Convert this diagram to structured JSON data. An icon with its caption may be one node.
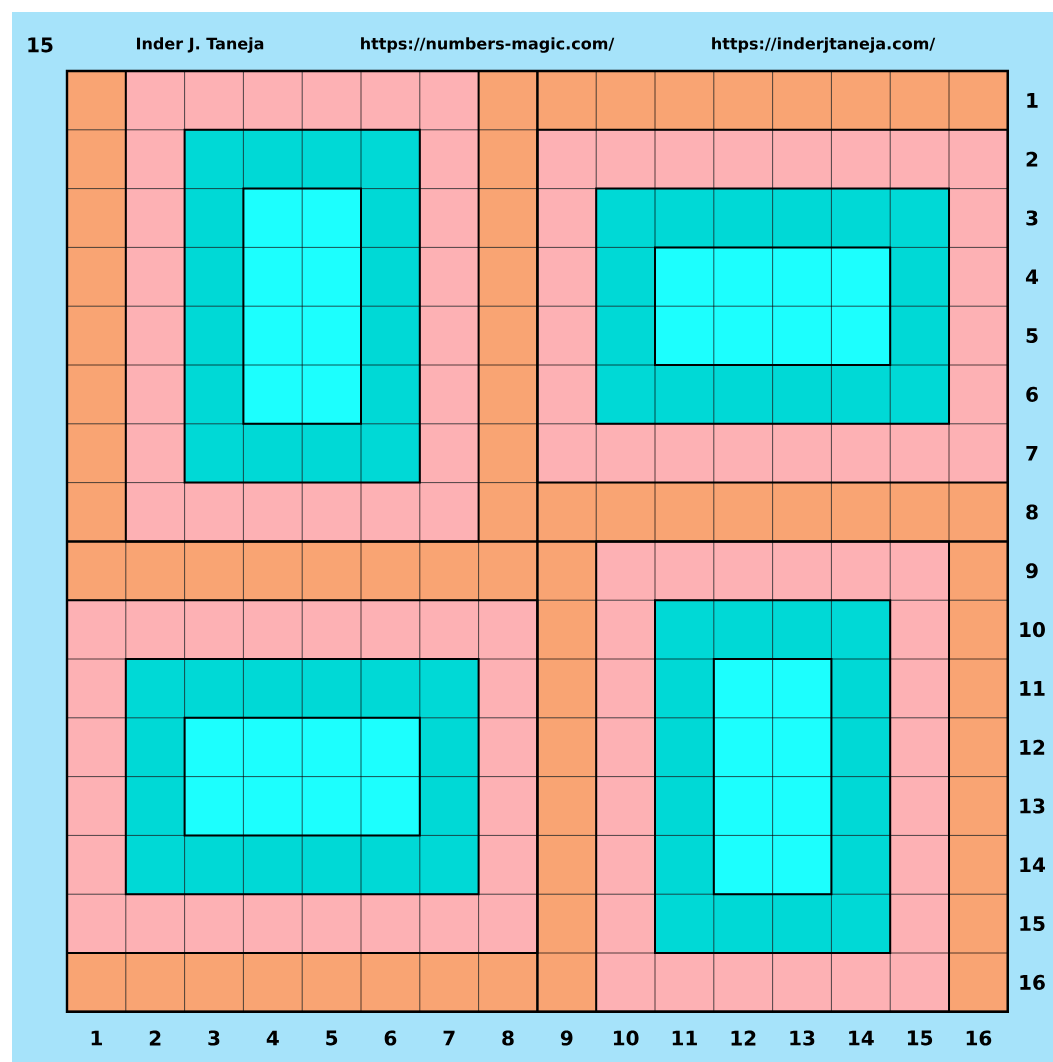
{
  "diagram": {
    "labels": [
      "15",
      "Inder J. Taneja",
      "https://numbers-magic.com/",
      "https://inderjtaneja.com/",
      "1",
      "2",
      "3",
      "4",
      "5",
      "6",
      "7",
      "8",
      "9",
      "10",
      "11",
      "12",
      "13",
      "14",
      "15",
      "16",
      "1",
      "2",
      "3",
      "4",
      "5",
      "6",
      "7",
      "8",
      "9",
      "10",
      "11",
      "12",
      "13",
      "14",
      "15",
      "16"
    ]
  }
}
